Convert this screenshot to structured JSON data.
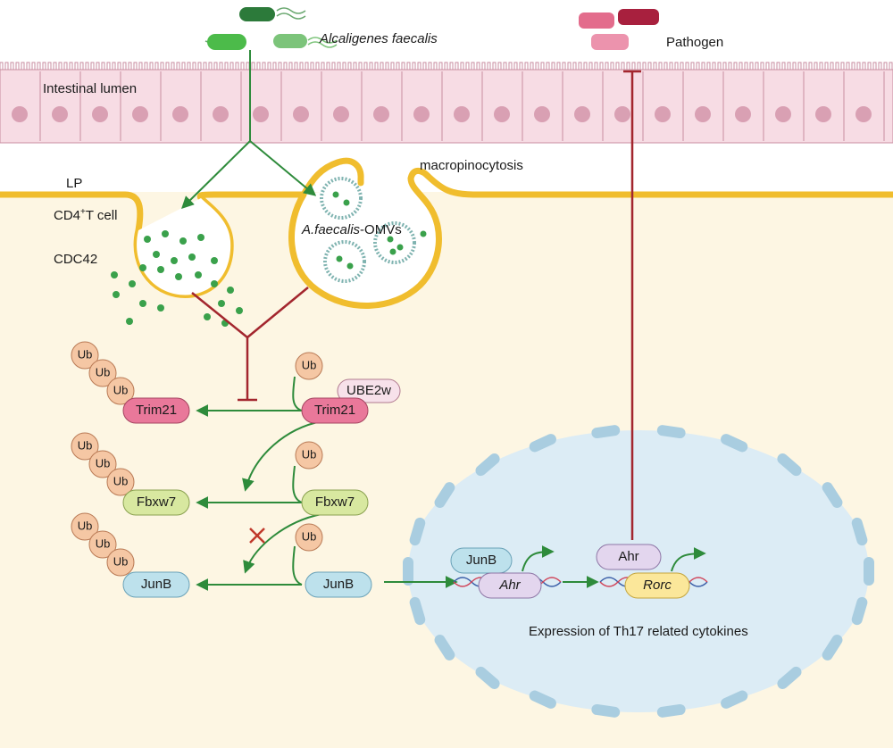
{
  "labels": {
    "bacterium": "Alcaligenes faecalis",
    "pathogen": "Pathogen",
    "lumen": "Intestinal lumen",
    "lp": "LP",
    "cd4_prefix": "CD4",
    "cd4_sup": "+",
    "cd4_suffix": "T cell",
    "cdc42": "CDC42",
    "macropinocytosis": "macropinocytosis",
    "omvs_italic": "A.faecalis",
    "omvs_rest": "-OMVs",
    "expression": "Expression of Th17 related cytokines"
  },
  "proteins": {
    "ub": "Ub",
    "trim21": "Trim21",
    "ube2w": "UBE2w",
    "fbxw7": "Fbxw7",
    "junb": "JunB",
    "ahr_gene": "Ahr",
    "ahr_protein": "Ahr",
    "rorc_gene": "Rorc"
  },
  "colors": {
    "lumen_cell": "#f7dce4",
    "cytoplasm": "#fdf6e3",
    "membrane": "#f0bd2e",
    "nucleus": "#dcecf5",
    "activation_arrow": "#2e8b3b",
    "inhibition_line": "#a3262e",
    "trim21": "#e9789a",
    "fbxw7": "#d8e8a0",
    "junb": "#bde1ec",
    "ub": "#f5c7a4",
    "rorc": "#fbe79a",
    "ahr": "#e3d6ee"
  }
}
